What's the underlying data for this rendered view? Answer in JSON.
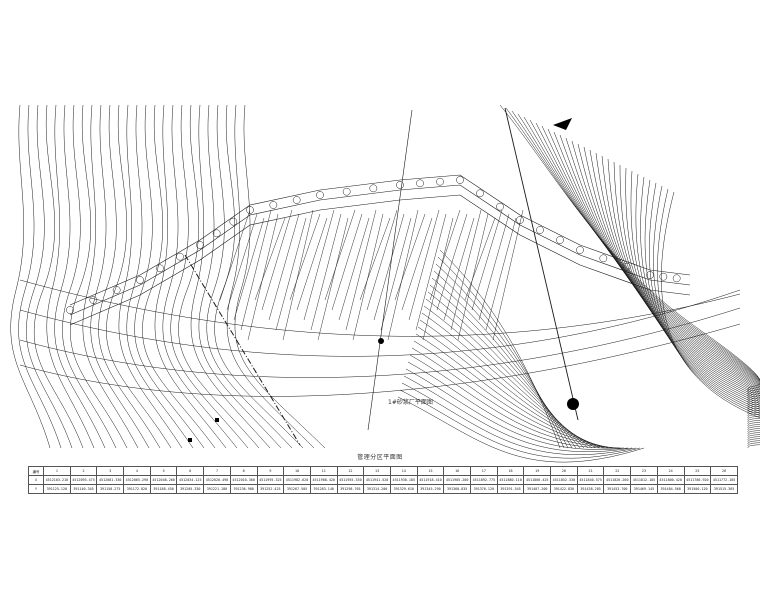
{
  "drawing": {
    "title": "管理分区平面图",
    "area_label": "1#砂浆厂平面图",
    "line_color": "#1a1a1a",
    "dark_color": "#000000"
  },
  "table": {
    "row_headers": [
      "编号",
      "X",
      "Y"
    ],
    "columns": [
      "1",
      "2",
      "3",
      "4",
      "5",
      "6",
      "7",
      "8",
      "9",
      "10",
      "11",
      "12",
      "13",
      "14",
      "15",
      "16",
      "17",
      "18",
      "19",
      "20",
      "21",
      "22",
      "23",
      "24",
      "25",
      "26"
    ],
    "x_values": [
      "4512103.210",
      "4512093.475",
      "4512081.330",
      "4512065.290",
      "4512048.260",
      "4512034.125",
      "4512020.490",
      "4512010.360",
      "4511995.325",
      "4511982.620",
      "4511968.420",
      "4511955.330",
      "4511941.520",
      "4511930.185",
      "4511918.410",
      "4511905.200",
      "4511892.775",
      "4511880.110",
      "4511866.425",
      "4511852.330",
      "4511840.575",
      "4511826.260",
      "4511812.185",
      "4511800.420",
      "4511786.920",
      "4511772.165"
    ],
    "y_values": [
      "391125.120",
      "391140.345",
      "391158.275",
      "391172.820",
      "391188.450",
      "391205.330",
      "391221.180",
      "391236.900",
      "391252.425",
      "391267.505",
      "391283.140",
      "391298.765",
      "391314.200",
      "391329.610",
      "391345.290",
      "391360.835",
      "391376.120",
      "391391.545",
      "391407.200",
      "391422.830",
      "391438.285",
      "391453.700",
      "391469.145",
      "391484.560",
      "391500.120",
      "391515.365"
    ]
  }
}
